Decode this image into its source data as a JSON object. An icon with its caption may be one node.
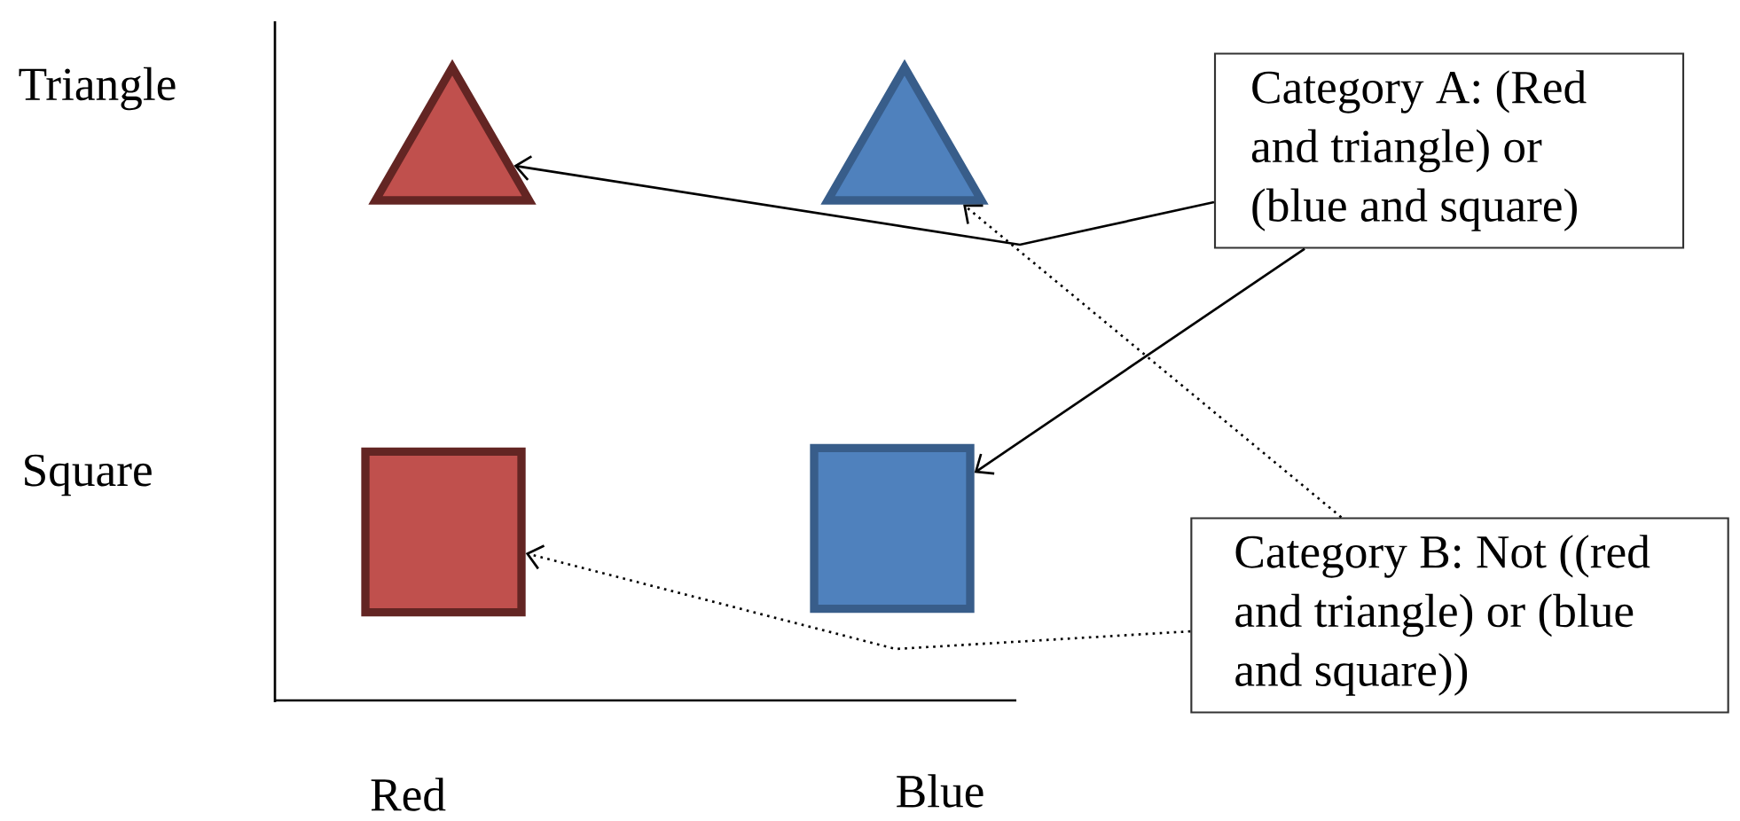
{
  "diagram": {
    "nodes": [
      {
        "text": [],
        "shape": "triangle"
      },
      {
        "text": [],
        "shape": "triangle"
      },
      {
        "text": [],
        "shape": "box"
      },
      {
        "text": [],
        "shape": "box"
      },
      {
        "text": [
          "Category A: (Red and triangle) or (blue and square)"
        ]
      },
      {
        "text": [
          "Category B: Not ((red and triangle) or (blue and square))"
        ]
      }
    ],
    "edges": [
      {
        "from": 4,
        "to": 0,
        "arrow": "to"
      },
      {
        "from": 4,
        "to": 3,
        "arrow": "to"
      },
      {
        "from": 5,
        "to": 1,
        "arrow": "to",
        "style": "dashed"
      },
      {
        "from": 5,
        "to": 2,
        "arrow": "to",
        "style": "dashed"
      }
    ],
    "labels": [
      "Triangle",
      "Square",
      "Red",
      "Blue"
    ]
  }
}
